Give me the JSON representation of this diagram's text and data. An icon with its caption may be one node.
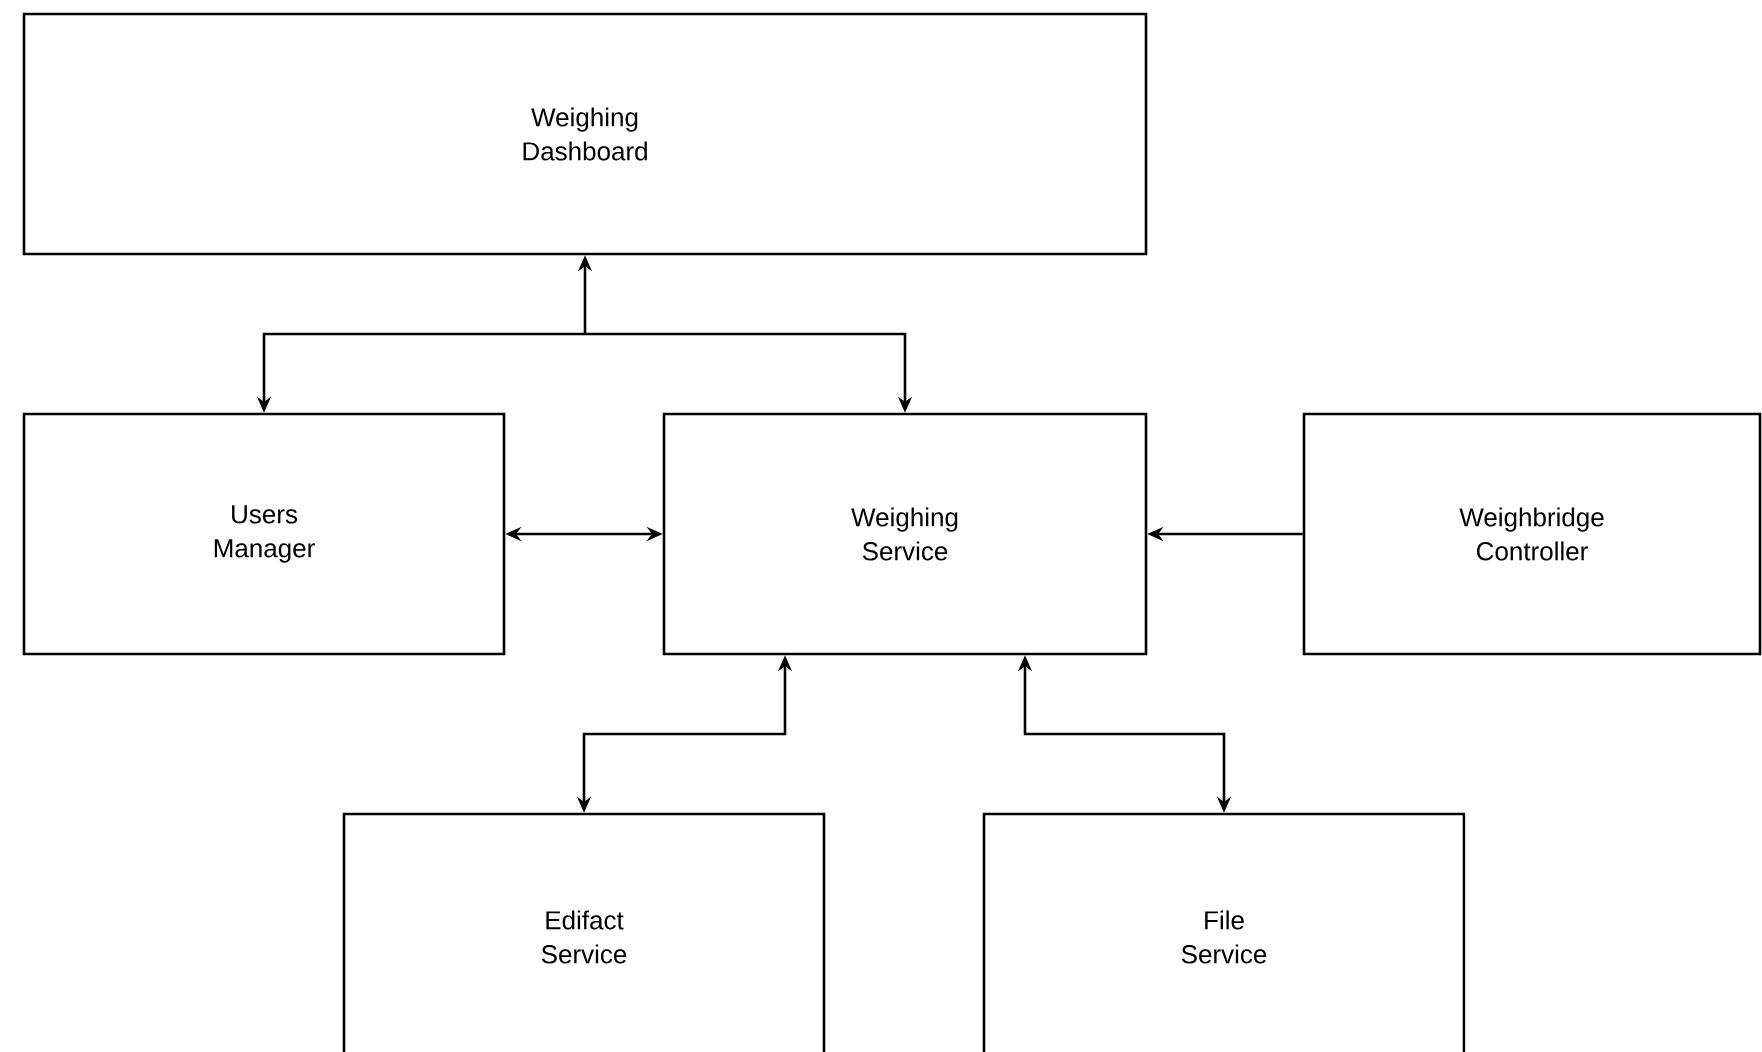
{
  "diagram": {
    "nodes": [
      {
        "text": [
          "Weighing Dashboard"
        ]
      },
      {
        "text": [
          "Users Manager"
        ]
      },
      {
        "text": [
          "Weighing Service"
        ]
      },
      {
        "text": [
          "Weighbridge Controller"
        ]
      },
      {
        "text": [
          "Edifact Service"
        ]
      },
      {
        "text": [
          "File Service"
        ]
      }
    ],
    "edges": [
      {
        "from": 0,
        "to": 1,
        "arrow": "both"
      },
      {
        "from": 0,
        "to": 2,
        "arrow": "both"
      },
      {
        "from": 1,
        "to": 2,
        "arrow": "both"
      },
      {
        "from": 3,
        "to": 2,
        "arrow": "to"
      },
      {
        "from": 2,
        "to": 4,
        "arrow": "both"
      },
      {
        "from": 2,
        "to": 5,
        "arrow": "both"
      }
    ]
  }
}
